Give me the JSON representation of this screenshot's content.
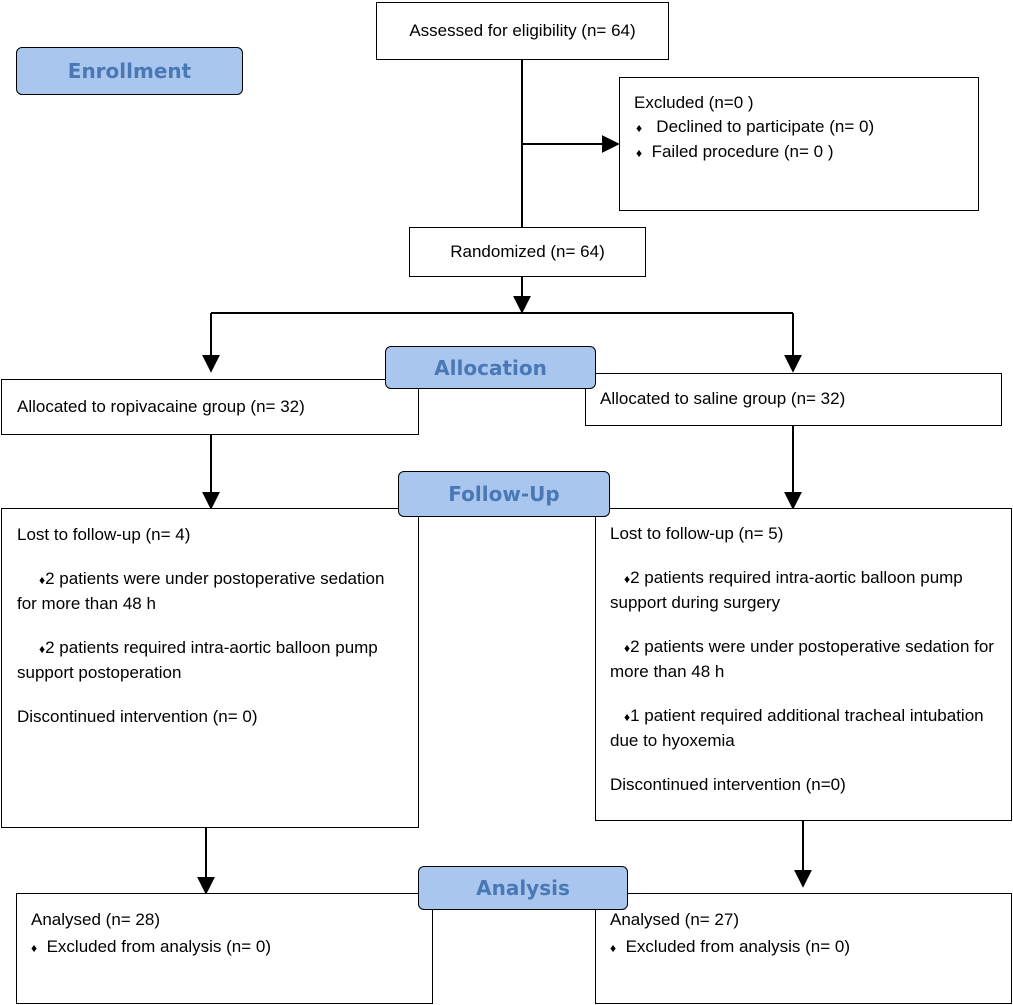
{
  "stages": {
    "enrollment": "Enrollment",
    "allocation": "Allocation",
    "followup": "Follow-Up",
    "analysis": "Analysis"
  },
  "assessed": "Assessed for eligibility (n= 64)",
  "excluded": {
    "title": "Excluded  (n=0 )",
    "bullet": "♦",
    "items": [
      "Declined to participate (n= 0)",
      "Failed procedure (n= 0 )"
    ]
  },
  "randomized": "Randomized (n= 64)",
  "left": {
    "allocated": "Allocated to ropivacaine group (n= 32)",
    "lost_title": "Lost to follow-up (n= 4)",
    "lost_items": [
      "2 patients were under postoperative sedation for more than 48 h",
      "2 patients required intra-aortic balloon pump support postoperation"
    ],
    "discontinued": "Discontinued intervention (n= 0)",
    "analysed": "Analysed (n= 28)",
    "excluded_analysis": "Excluded from analysis (n= 0)"
  },
  "right": {
    "allocated": "Allocated to saline group (n= 32)",
    "lost_title": "Lost to follow-up (n= 5)",
    "lost_items": [
      "2 patients required intra-aortic balloon pump support during surgery",
      "2 patients were under postoperative sedation for more than 48 h",
      "1 patient required additional tracheal intubation due to hyoxemia"
    ],
    "discontinued": "Discontinued intervention (n=0)",
    "analysed": "Analysed (n= 27)",
    "excluded_analysis": "Excluded from analysis (n= 0)"
  }
}
